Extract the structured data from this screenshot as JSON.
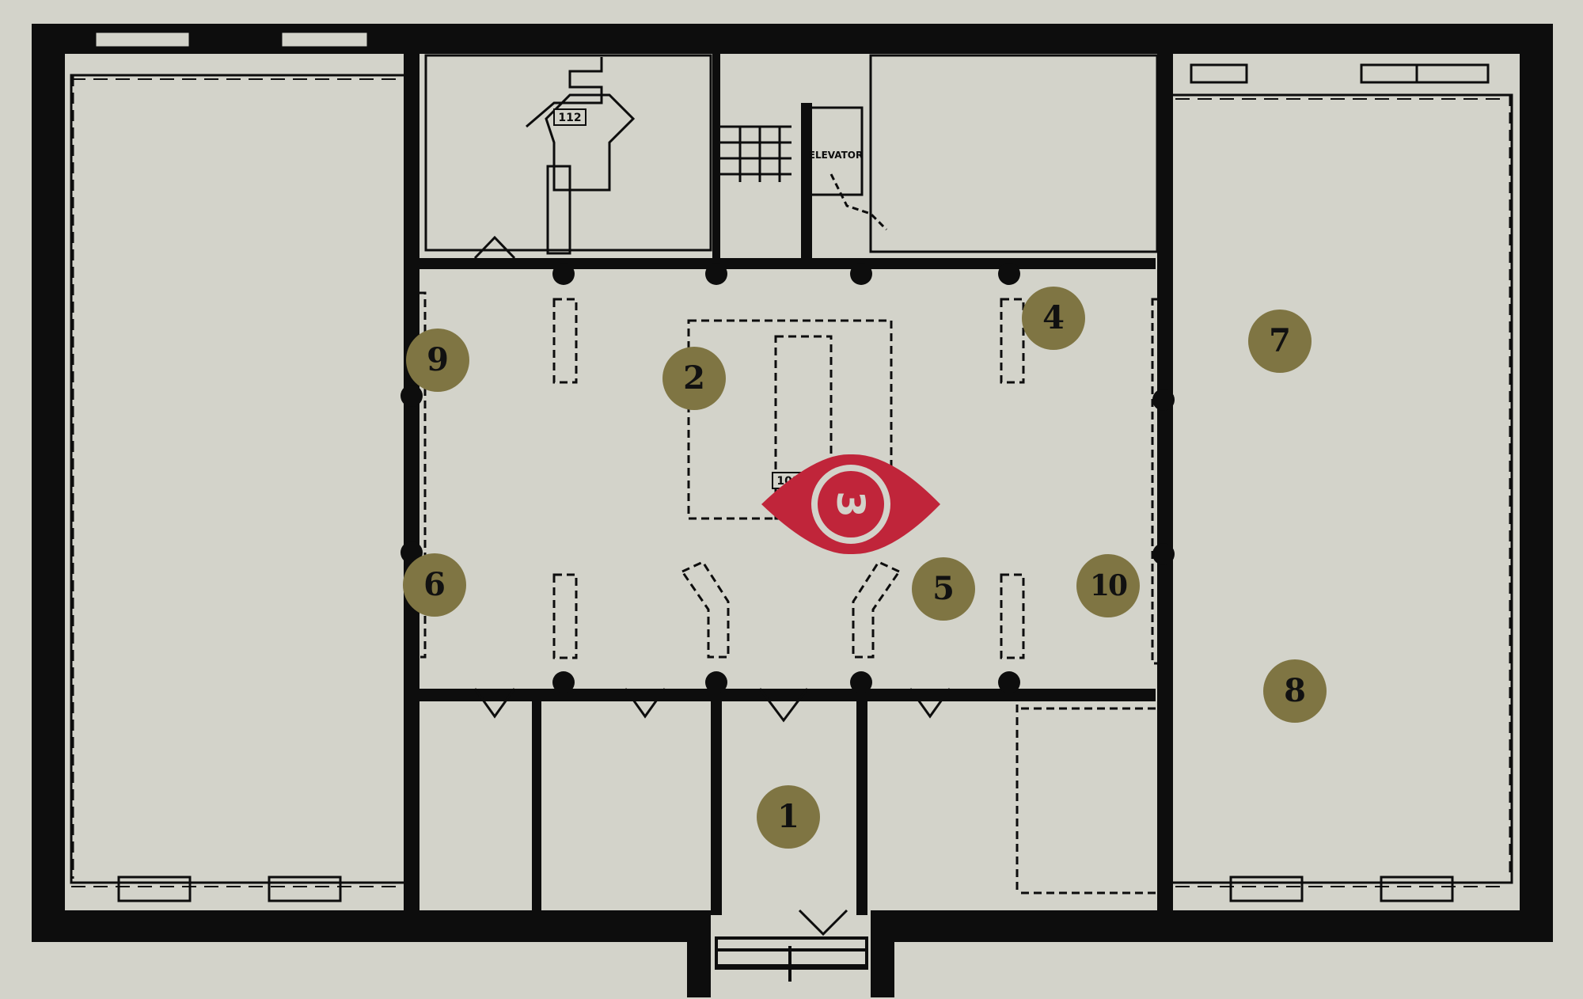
{
  "floor_plan": {
    "room_tags": [
      "112",
      "101",
      "ELEVATOR"
    ],
    "markers": [
      {
        "id": "1",
        "label": "1"
      },
      {
        "id": "2",
        "label": "2"
      },
      {
        "id": "4",
        "label": "4"
      },
      {
        "id": "5",
        "label": "5"
      },
      {
        "id": "6",
        "label": "6"
      },
      {
        "id": "7",
        "label": "7"
      },
      {
        "id": "8",
        "label": "8"
      },
      {
        "id": "9",
        "label": "9"
      },
      {
        "id": "10",
        "label": "10"
      }
    ],
    "badge": {
      "label": "3",
      "color": "#c0253a"
    },
    "colors": {
      "background": "#d3d3ca",
      "wall": "#0d0d0d",
      "marker": "#7f7543",
      "accent": "#c0253a"
    }
  }
}
